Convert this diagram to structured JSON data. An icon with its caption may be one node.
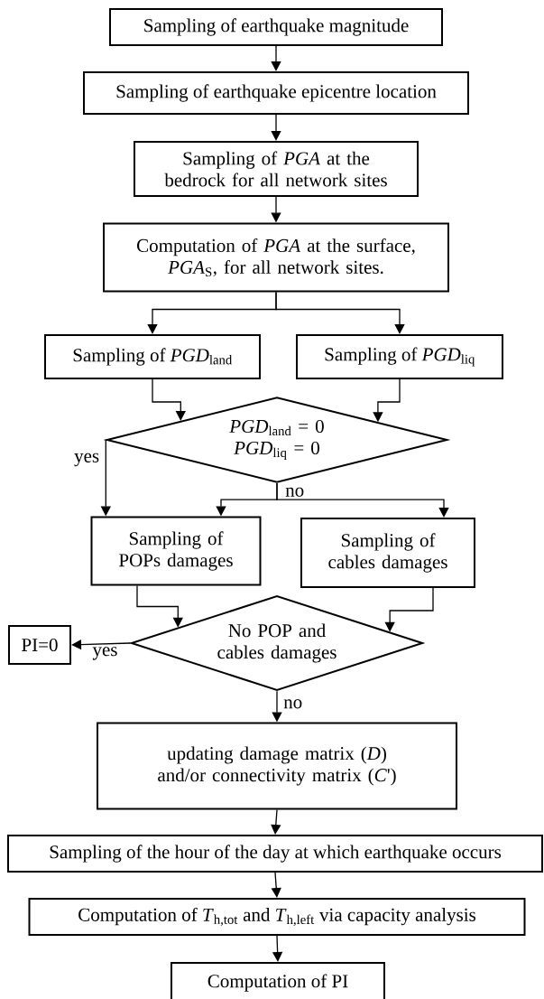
{
  "diagram": {
    "nodes": [
      {
        "text": [
          "Sampling of earthquake magnitude"
        ]
      },
      {
        "text": [
          "Sampling of earthquake epicentre location"
        ]
      },
      {
        "text": [
          "Sampling of *PGA* at the bedrock for all network sites"
        ]
      },
      {
        "text": [
          "Computation of *PGA* at the surface, *PGA*$_{S}$, for all network sites."
        ]
      },
      {
        "text": [
          "Sampling of *PGD*$_{land}$"
        ]
      },
      {
        "text": [
          "Sampling of *PGD*$_{liq}$"
        ]
      },
      {
        "text": [
          "*PGD*$_{land}$ = 0",
          "*PGD*$_{liq}$ = 0"
        ]
      },
      {
        "text": [
          "Sampling of POPs damages"
        ]
      },
      {
        "text": [
          "Sampling of cables damages"
        ]
      },
      {
        "text": [
          "No POP and cables damages"
        ]
      },
      {
        "text": [
          "PI=0"
        ]
      },
      {
        "text": [
          "updating damage matrix (*D*) and/or connectivity matrix (*C*')"
        ]
      },
      {
        "text": [
          "Sampling of the hour of the day at which earthquake occurs"
        ]
      },
      {
        "text": [
          "Computation of *T*$_{h,tot}$ and *T*$_{h,left}$ via capacity analysis"
        ]
      },
      {
        "text": [
          "Computation of PI"
        ]
      }
    ],
    "edges": [
      {
        "from": 0,
        "to": 1,
        "arrow": "to"
      },
      {
        "from": 1,
        "to": 2,
        "arrow": "to"
      },
      {
        "from": 2,
        "to": 3,
        "arrow": "to"
      },
      {
        "from": 3,
        "to": 4,
        "arrow": "to"
      },
      {
        "from": 3,
        "to": 5,
        "arrow": "to"
      },
      {
        "from": 4,
        "to": 6,
        "arrow": "to"
      },
      {
        "from": 5,
        "to": 6,
        "arrow": "to"
      },
      {
        "from": 6,
        "to": 7,
        "arrow": "to",
        "label": "yes"
      },
      {
        "from": 6,
        "to": 7,
        "arrow": "to",
        "label": "no"
      },
      {
        "from": 6,
        "to": 8,
        "arrow": "to"
      },
      {
        "from": 7,
        "to": 9,
        "arrow": "to"
      },
      {
        "from": 8,
        "to": 9,
        "arrow": "to"
      },
      {
        "from": 9,
        "to": 10,
        "arrow": "to",
        "label": "yes"
      },
      {
        "from": 9,
        "to": 11,
        "arrow": "to",
        "label": "no"
      },
      {
        "from": 11,
        "to": 12,
        "arrow": "to"
      },
      {
        "from": 12,
        "to": 13,
        "arrow": "to"
      },
      {
        "from": 13,
        "to": 14,
        "arrow": "to"
      }
    ]
  }
}
